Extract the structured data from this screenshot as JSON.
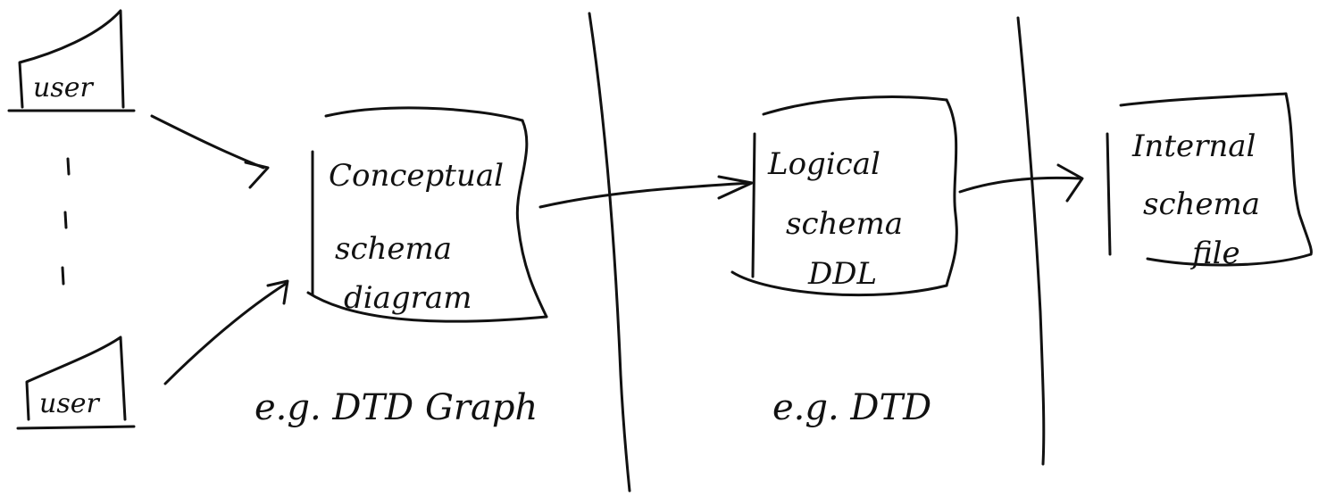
{
  "users": [
    {
      "label": "user"
    },
    {
      "label": "user"
    }
  ],
  "boxes": {
    "conceptual": {
      "lines": [
        "Conceptual",
        "schema",
        "diagram"
      ]
    },
    "logical": {
      "lines": [
        "Logical",
        "schema",
        "DDL"
      ]
    },
    "internal": {
      "lines": [
        "Internal",
        "schema",
        "file"
      ]
    }
  },
  "examples": {
    "conceptual": "e.g. DTD Graph",
    "logical": "e.g. DTD"
  },
  "colors": {
    "ink": "#111111",
    "paper": "#ffffff"
  }
}
